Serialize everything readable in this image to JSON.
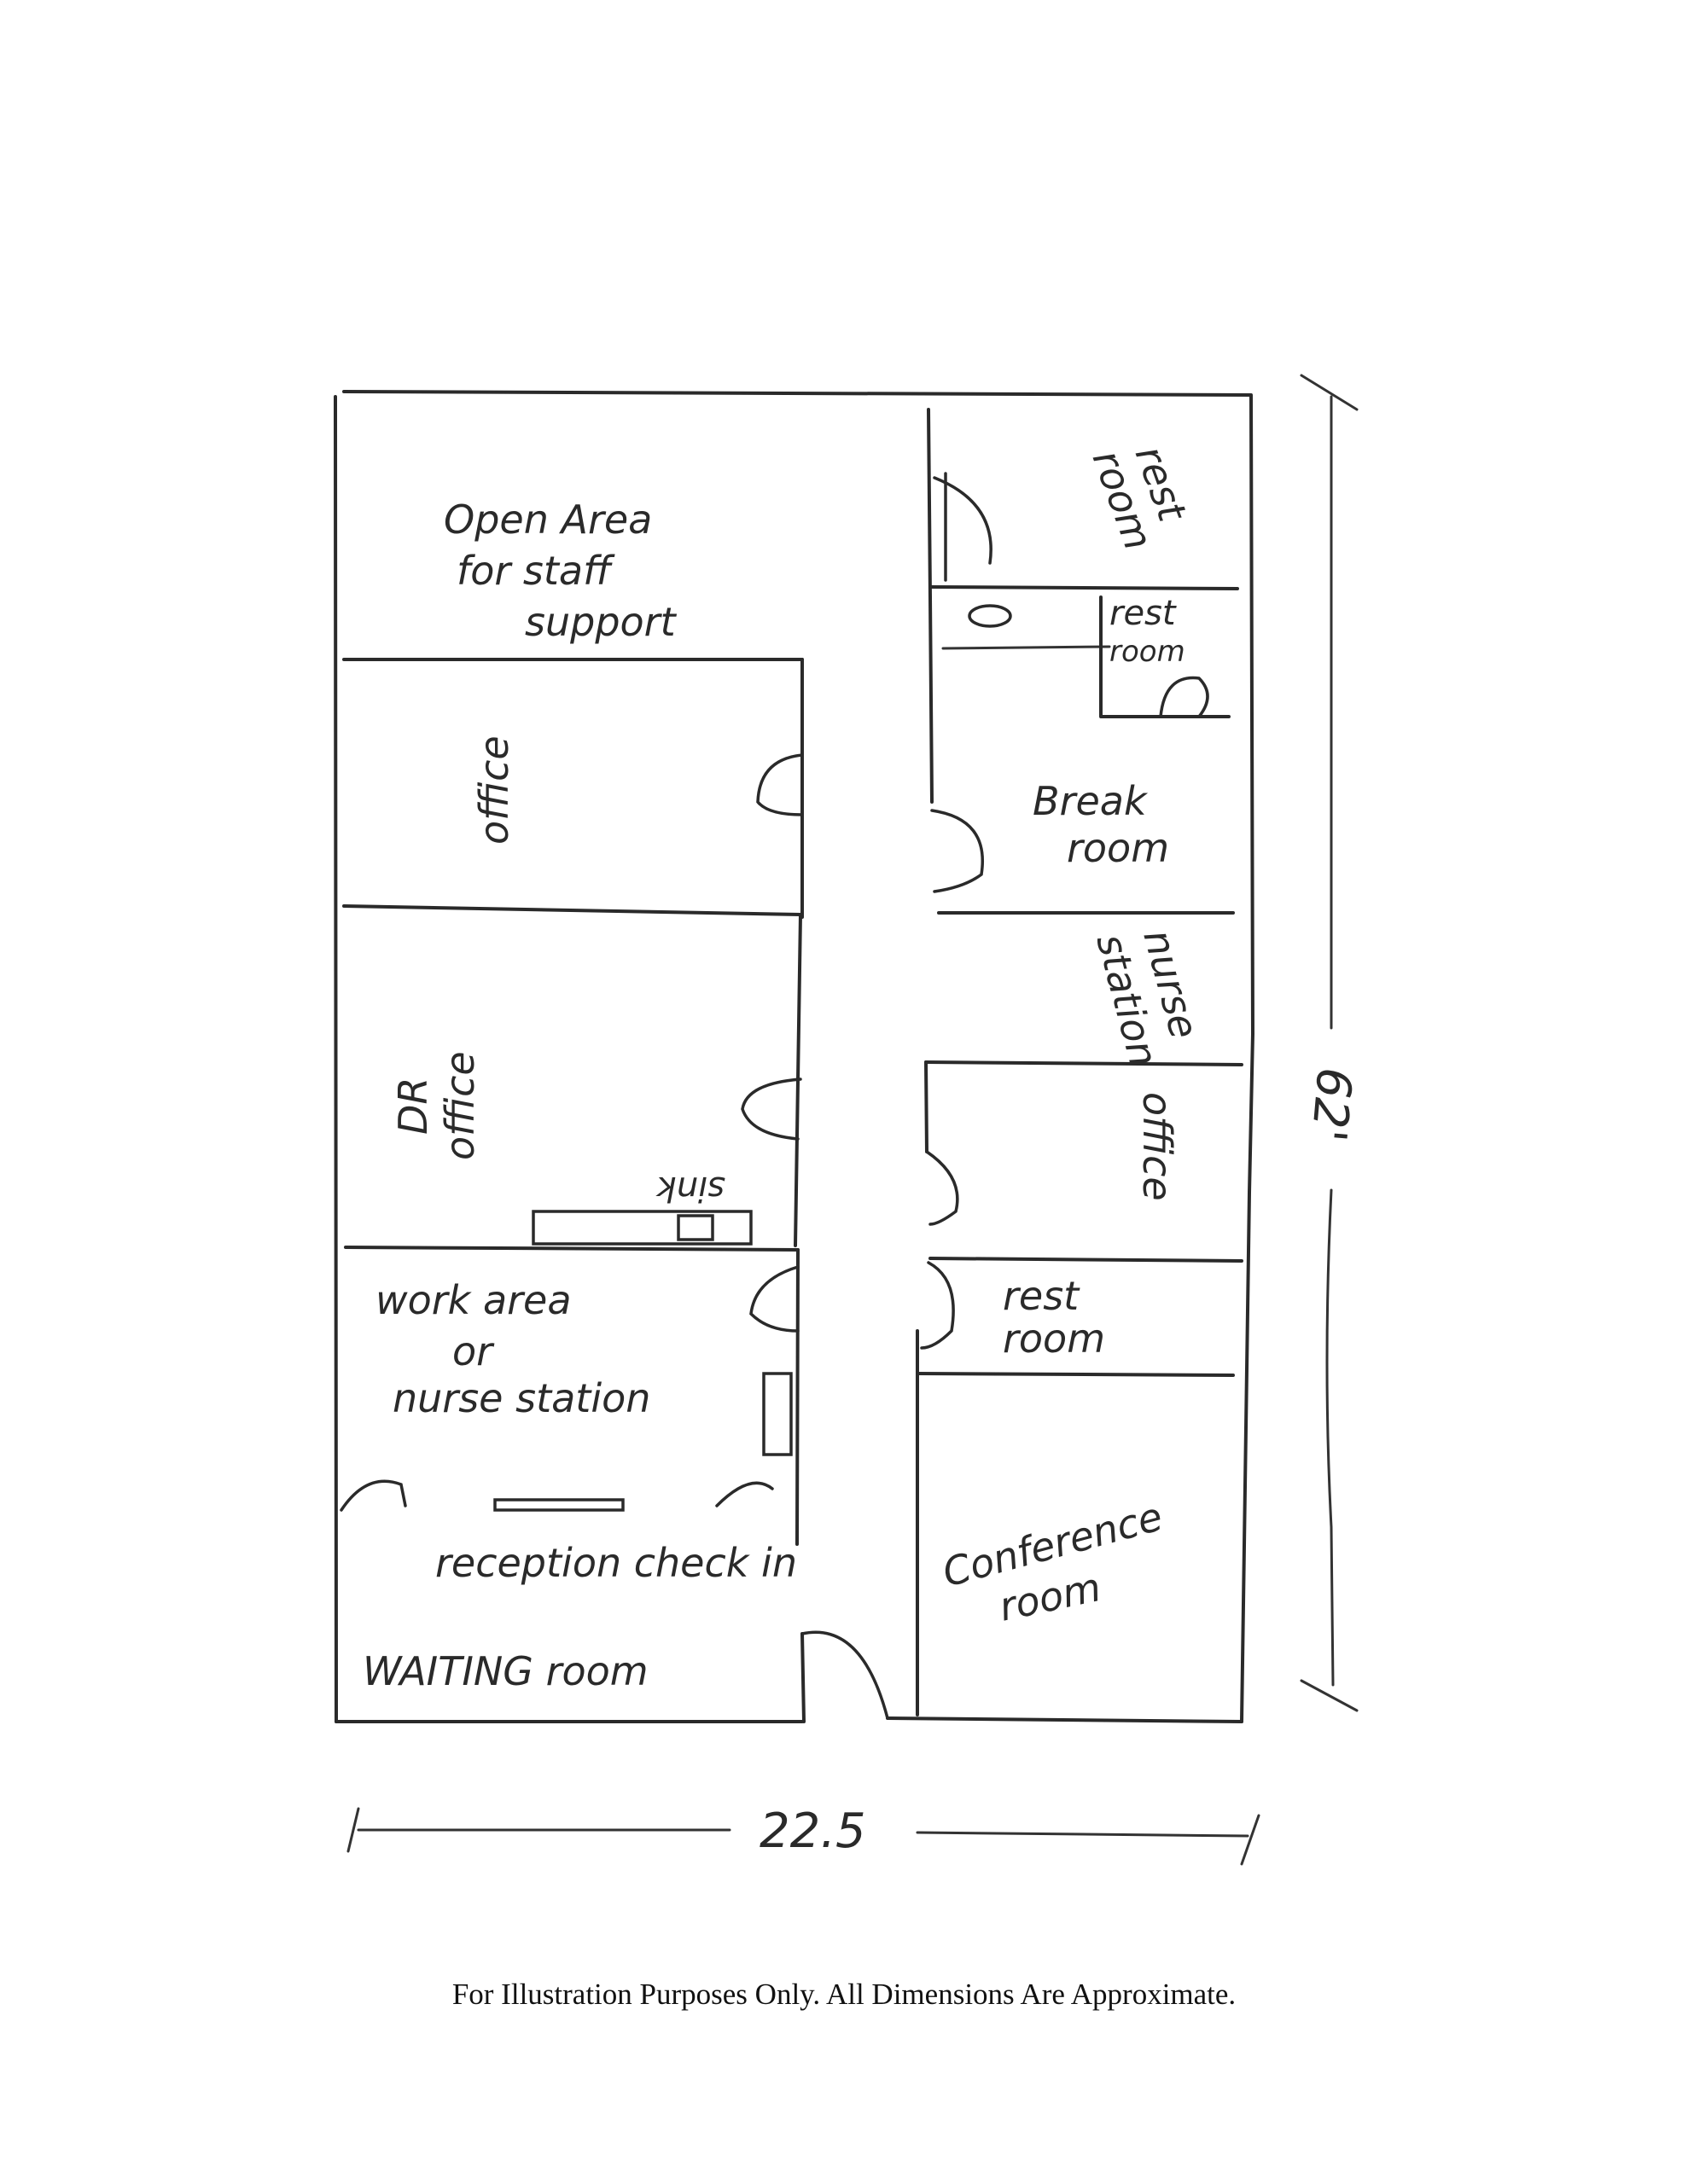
{
  "rooms": {
    "open_area": [
      "Open Area",
      "for staff",
      "support"
    ],
    "rest_room_1": [
      "rest",
      "room"
    ],
    "rest_room_2": [
      "rest",
      "room"
    ],
    "office_1": "office",
    "break_room": [
      "Break",
      "room"
    ],
    "dr_office": [
      "DR",
      "office"
    ],
    "nurse_station_1": [
      "nurse",
      "station"
    ],
    "office_2": "office",
    "sink": "sink",
    "work_area": [
      "work area",
      "or",
      "nurse station"
    ],
    "rest_room_3": [
      "rest",
      "room"
    ],
    "reception": "reception check in",
    "conference_room": [
      "Conference",
      "room"
    ],
    "waiting_room": "WAITING room"
  },
  "dimensions": {
    "height": "62'",
    "width": "22.5"
  },
  "footer": {
    "disclaimer": "For Illustration Purposes Only. All Dimensions Are Approximate."
  }
}
